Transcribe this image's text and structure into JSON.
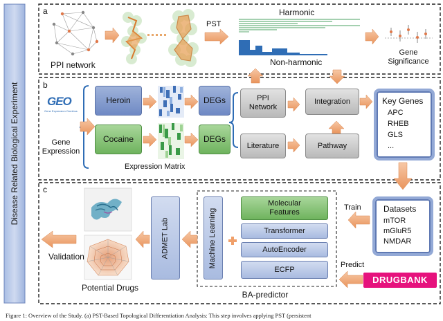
{
  "side_label": "Disease Related Biological Experiment",
  "panel_a": {
    "letter": "a",
    "ppi_label": "PPI network",
    "pst_label": "PST",
    "harmonic_label": "Harmonic",
    "nonharmonic_label": "Non-harmonic",
    "gene_sig_label": "Gene\nSignificance"
  },
  "panel_b": {
    "letter": "b",
    "geo_logo": "GEO",
    "geo_sub": "Gene Expression Omnibus",
    "gene_expression_label": "Gene\nExpression",
    "heroin": "Heroin",
    "cocaine": "Cocaine",
    "degs_top": "DEGs",
    "degs_bottom": "DEGs",
    "expression_matrix": "Expression Matrix",
    "ppi_network": "PPI\nNetwork",
    "literature": "Literature",
    "integration": "Integration",
    "pathway": "Pathway",
    "key_genes_title": "Key Genes",
    "key_genes": [
      "APC",
      "RHEB",
      "GLS",
      "..."
    ]
  },
  "panel_c": {
    "letter": "c",
    "datasets_title": "Datasets",
    "datasets": [
      "mTOR",
      "mGluR5",
      "NMDAR"
    ],
    "train_label": "Train",
    "predict_label": "Predict",
    "drugbank": "DRUGBANK",
    "molecular_features": "Molecular\nFeatures",
    "transformer": "Transformer",
    "autoencoder": "AutoEncoder",
    "ecfp": "ECFP",
    "machine_learning": "Machine Learning",
    "plus": "+",
    "ba_predictor": "BA-predictor",
    "admet_lab": "ADMET Lab",
    "potential_drugs": "Potential Drugs",
    "validation": "Validation"
  },
  "caption": "Figure 1: Overview of the Study. (a) PST-Based Topological Differentiation Analysis: This step involves applying PST (persistent"
}
